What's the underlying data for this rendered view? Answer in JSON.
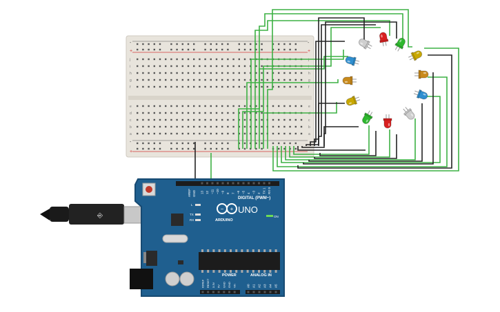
{
  "colors": {
    "wire_green": "#3cb043",
    "wire_black": "#222222",
    "board_blue": "#1f5f8f",
    "board_dark": "#174a72",
    "breadboard": "#e8e4dc",
    "rail_red": "#d33a3a",
    "led_red": "#d92020",
    "led_green": "#2eb82e",
    "led_yellow": "#c9a800",
    "led_blue": "#2f8fd0",
    "led_orange": "#c98a1b",
    "led_white": "#cfcfcf"
  },
  "breadboard": {
    "rail_plus": "+",
    "rail_minus": "-",
    "row_letters_top": [
      "j",
      "i",
      "h",
      "g",
      "f"
    ],
    "row_letters_bottom": [
      "e",
      "d",
      "c",
      "b",
      "a"
    ]
  },
  "arduino": {
    "model": "UNO",
    "brand": "ARDUINO",
    "digital_header": "DIGITAL (PWM~)",
    "power_header": "POWER",
    "analog_header": "ANALOG IN",
    "on_label": "ON",
    "l_label": "L",
    "tx_label": "TX",
    "rx_label": "RX",
    "aref_label": "AREF",
    "gnd_label": "GND",
    "digital_pins": [
      "13",
      "12",
      "~11",
      "~10",
      "~9",
      "8",
      "7",
      "~6",
      "~5",
      "4",
      "~3",
      "2",
      "TX 1",
      "RX 0"
    ],
    "power_pins": [
      "IOREF",
      "RESET",
      "3.3V",
      "5V",
      "GND",
      "GND",
      "Vin"
    ],
    "analog_pins": [
      "A0",
      "A1",
      "A2",
      "A3",
      "A4",
      "A5"
    ]
  },
  "leds": [
    {
      "name": "led-white-1",
      "color": "#cfcfcf"
    },
    {
      "name": "led-red-1",
      "color": "#d92020"
    },
    {
      "name": "led-green-1",
      "color": "#2eb82e"
    },
    {
      "name": "led-yellow-1",
      "color": "#c9a800"
    },
    {
      "name": "led-blue-1",
      "color": "#2f8fd0"
    },
    {
      "name": "led-orange-1",
      "color": "#c98a1b"
    },
    {
      "name": "led-orange-2",
      "color": "#c98a1b"
    },
    {
      "name": "led-blue-2",
      "color": "#2f8fd0"
    },
    {
      "name": "led-yellow-2",
      "color": "#c9a800"
    },
    {
      "name": "led-white-2",
      "color": "#cfcfcf"
    },
    {
      "name": "led-green-2",
      "color": "#2eb82e"
    },
    {
      "name": "led-red-2",
      "color": "#d92020"
    }
  ]
}
